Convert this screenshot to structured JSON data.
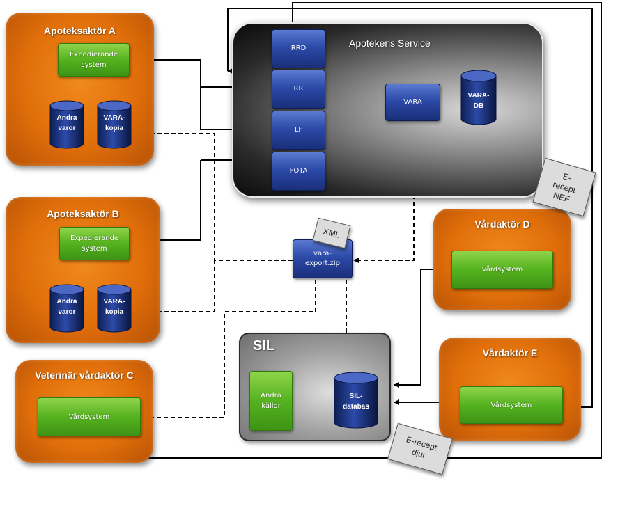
{
  "actors": {
    "a": {
      "title": "Apoteksaktör A",
      "system": "Expedierande\nsystem",
      "db1": "Andra\nvaror",
      "db2": "VARA-\nkopia"
    },
    "b": {
      "title": "Apoteksaktör B",
      "system": "Expedierande\nsystem",
      "db1": "Andra\nvaror",
      "db2": "VARA-\nkopia"
    },
    "c": {
      "title": "Veterinär vårdaktör C",
      "system": "Vårdsystem"
    },
    "d": {
      "title": "Vårdaktör D",
      "system": "Vårdsystem"
    },
    "e": {
      "title": "Vårdaktör E",
      "system": "Vårdsystem"
    }
  },
  "service": {
    "title": "Apotekens Service",
    "nodes": [
      "RRD",
      "RR",
      "LF",
      "FOTA"
    ],
    "vara": "VARA",
    "vara_db": "VARA-\nDB"
  },
  "export": {
    "file": "vara-\nexport.zip",
    "tag": "XML"
  },
  "sil": {
    "title": "SIL",
    "sources": "Andra\nkällor",
    "db": "SIL-\ndatabas"
  },
  "tags": {
    "nef": "E-\nrecept\nNEF",
    "djur": "E-recept\ndjur"
  },
  "colors": {
    "actor_orange": "#e06e0a",
    "system_green": "#55b21f",
    "node_blue": "#2c4aa8"
  }
}
